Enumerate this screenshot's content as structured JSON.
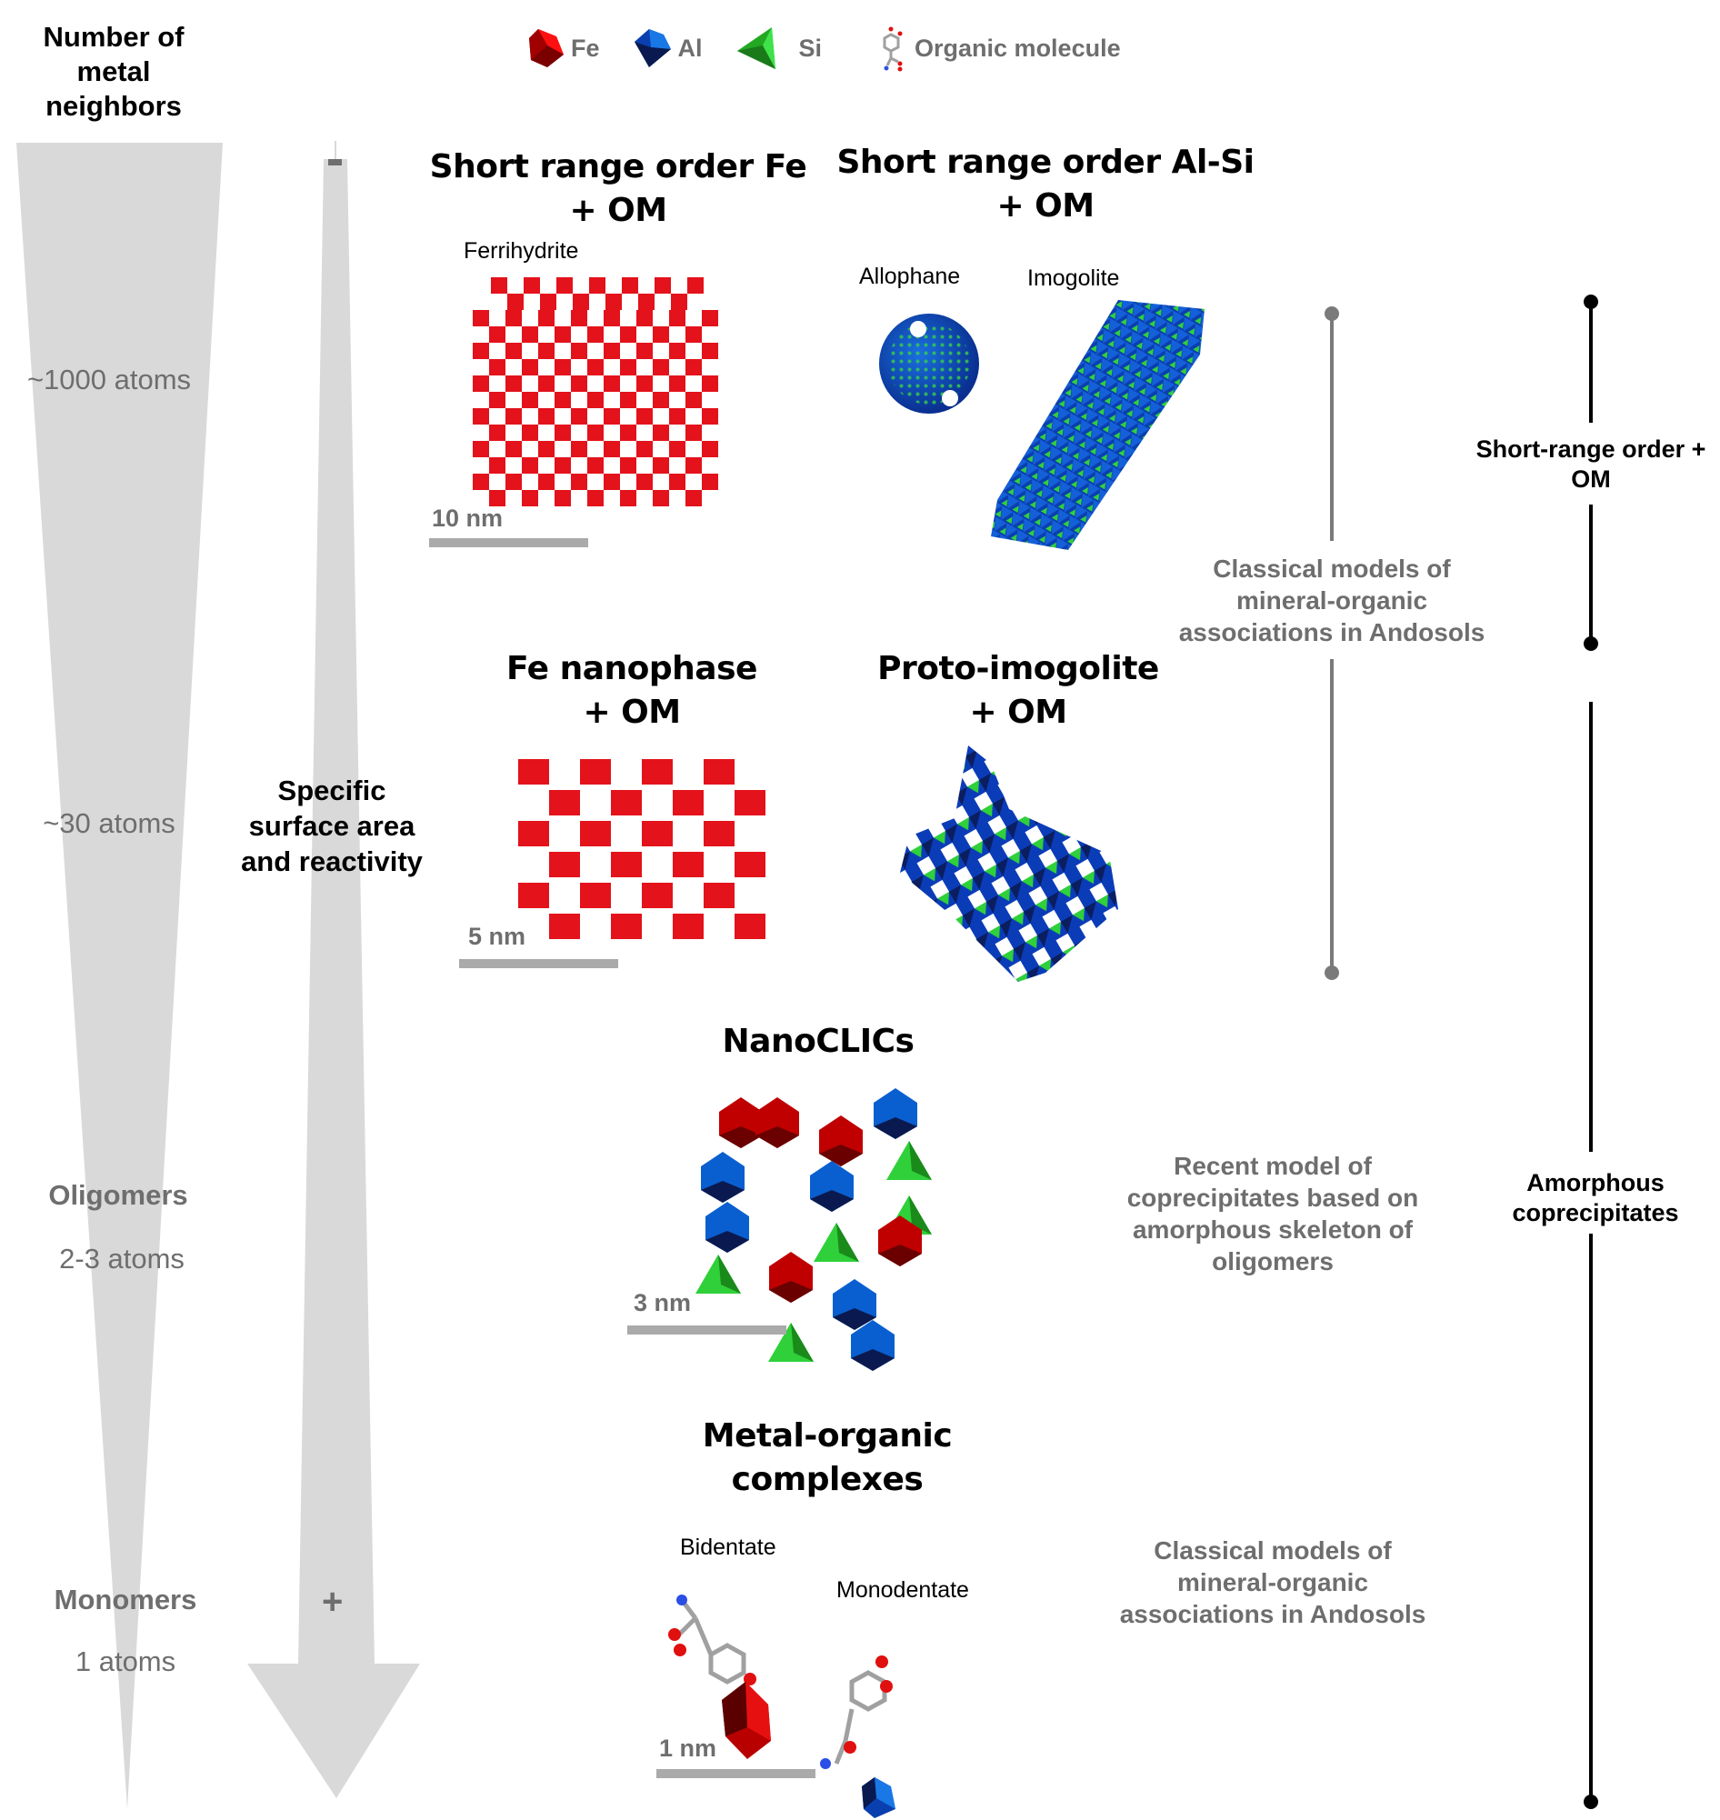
{
  "axis": {
    "title": "Number of metal neighbors",
    "levels": [
      {
        "name": "",
        "atoms": "~1000 atoms"
      },
      {
        "name": "",
        "atoms": "~30 atoms"
      },
      {
        "name": "Oligomers",
        "atoms": "2-3 atoms"
      },
      {
        "name": "Monomers",
        "atoms": "1 atoms"
      }
    ]
  },
  "reactivity": {
    "label": "Specific surface area and reactivity",
    "top_sign": "-",
    "bottom_sign": "+"
  },
  "legend": [
    {
      "icon": "fe-octahedron-icon",
      "label": "Fe",
      "color": "#d8000c"
    },
    {
      "icon": "al-octahedron-icon",
      "label": "Al",
      "color": "#0a5fd0"
    },
    {
      "icon": "si-tetrahedron-icon",
      "label": "Si",
      "color": "#2ec42e"
    },
    {
      "icon": "organic-molecule-icon",
      "label": "Organic molecule",
      "color": "#8a8a8a"
    }
  ],
  "sections": {
    "sro_fe": {
      "title_line1": "Short range order Fe",
      "title_line2": "+ OM",
      "mineral": "Ferrihydrite",
      "scale": "10 nm"
    },
    "sro_alsi": {
      "title_line1": "Short range order Al-Si",
      "title_line2": "+ OM",
      "minerals": [
        "Allophane",
        "Imogolite"
      ]
    },
    "fe_nano": {
      "title_line1": "Fe nanophase",
      "title_line2": "+ OM",
      "scale": "5 nm"
    },
    "proto_imo": {
      "title_line1": "Proto-imogolite",
      "title_line2": "+ OM"
    },
    "nanoclics": {
      "title": "NanoCLICs",
      "scale": "3 nm"
    },
    "metal_org": {
      "title_line1": "Metal-organic",
      "title_line2": "complexes",
      "types": [
        "Bidentate",
        "Monodentate"
      ],
      "scale": "1 nm"
    }
  },
  "descriptions": {
    "classical_top": [
      "Classical models of",
      "mineral-organic",
      "associations in Andosols"
    ],
    "recent": [
      "Recent model of",
      "coprecipitates based on",
      "amorphous skeleton of",
      "oligomers"
    ],
    "classical_bottom": [
      "Classical models of",
      "mineral-organic",
      "associations in Andosols"
    ]
  },
  "brackets": {
    "sro": [
      "Short-range order +",
      "OM"
    ],
    "amorphous": [
      "Amorphous",
      "coprecipitates"
    ]
  },
  "colors": {
    "fe": "#e3121b",
    "al": "#1058d4",
    "si": "#2fd03a",
    "grey_text": "#6e6e6e",
    "funnel": "#d9d9d9"
  }
}
